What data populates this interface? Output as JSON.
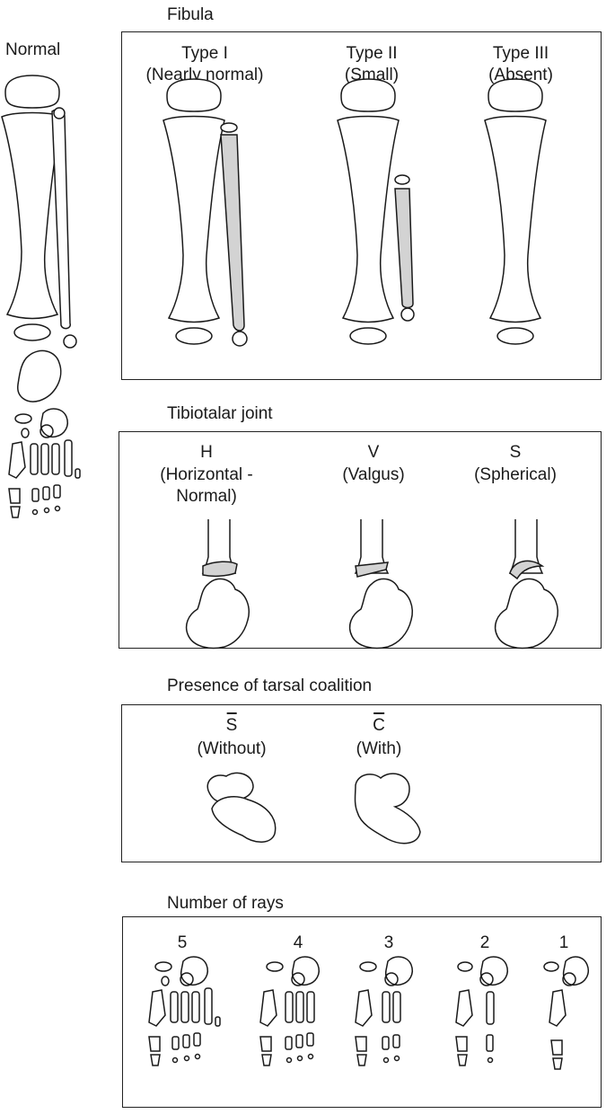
{
  "normal_label": "Normal",
  "fibula": {
    "heading": "Fibula",
    "types": [
      {
        "name": "Type I",
        "desc": "(Nearly normal)"
      },
      {
        "name": "Type II",
        "desc": "(Small)"
      },
      {
        "name": "Type III",
        "desc": "(Absent)"
      }
    ]
  },
  "tibiotalar": {
    "heading": "Tibiotalar joint",
    "types": [
      {
        "code": "H",
        "desc1": "(Horizontal -",
        "desc2": "Normal)"
      },
      {
        "code": "V",
        "desc1": "(Valgus)",
        "desc2": ""
      },
      {
        "code": "S",
        "desc1": "(Spherical)",
        "desc2": ""
      }
    ]
  },
  "coalition": {
    "heading": "Presence of tarsal coalition",
    "types": [
      {
        "code": "S",
        "desc": "(Without)"
      },
      {
        "code": "C",
        "desc": "(With)"
      }
    ]
  },
  "rays": {
    "heading": "Number of rays",
    "counts": [
      "5",
      "4",
      "3",
      "2",
      "1"
    ]
  },
  "colors": {
    "stroke": "#1a1a1a",
    "shaded_bone": "#d3d3d3",
    "background": "#ffffff"
  }
}
